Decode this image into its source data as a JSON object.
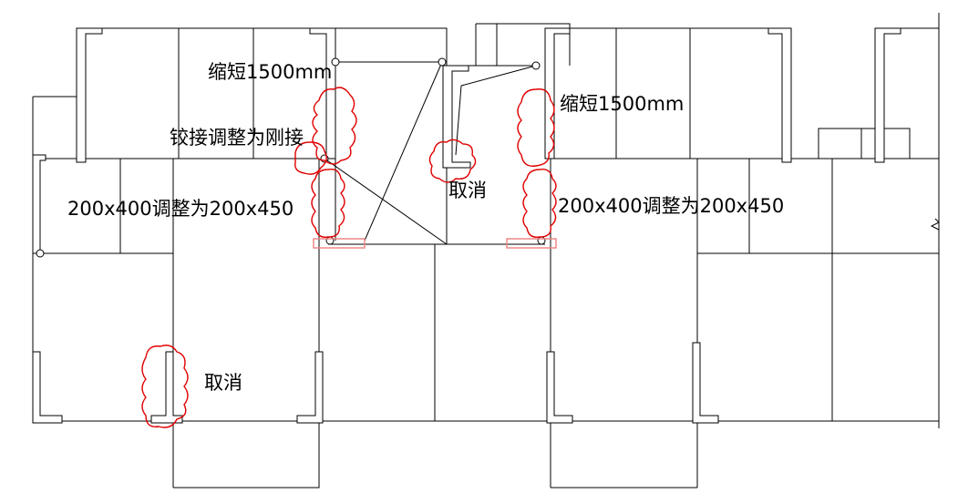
{
  "annotations": {
    "shorten_left": "缩短1500mm",
    "shorten_right": "缩短1500mm",
    "hinge_to_rigid": "铰接调整为刚接",
    "cancel_top": "取消",
    "cancel_bottom": "取消",
    "beam_left": "200x400调整为200x450",
    "beam_right": "200x400调整为200x450"
  },
  "colors": {
    "lines": "#000000",
    "revision_cloud": "#e00000",
    "highlight_box": "#f08080",
    "background": "#ffffff"
  }
}
